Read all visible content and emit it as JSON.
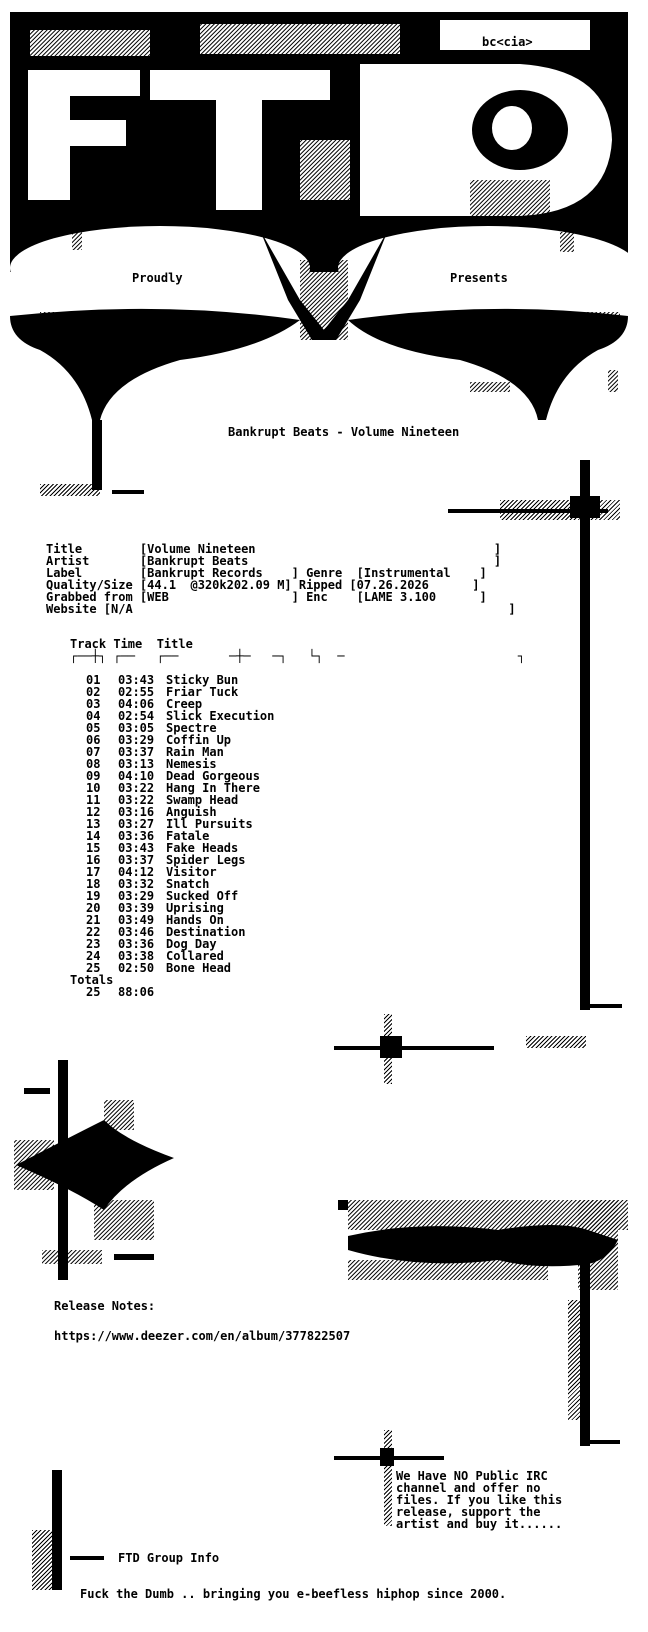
{
  "banner": {
    "credit": "bc<cia>",
    "proudly": "Proudly",
    "presents": "Presents"
  },
  "release_title": "Bankrupt Beats - Volume Nineteen",
  "info": {
    "title_line": "Title        [Volume Nineteen                                 ]",
    "artist_line": "Artist       [Bankrupt Beats                                  ]",
    "label_line": "Label        [Bankrupt Records    ] Genre  [Instrumental    ]",
    "quality_line": "Quality/Size [44.1  @320k202.09 M] Ripped [07.26.2026      ]",
    "grabbed_line": "Grabbed from [WEB                 ] Enc    [LAME 3.100      ]",
    "website_line": "Website [N/A                                                    ]"
  },
  "tracklist": {
    "header": "Track Time  Title",
    "rule": "┌──┼┐ ┌──   ┌──       ─┼─   ─┐   └┐  ─                        ┐",
    "tracks": [
      {
        "num": "01",
        "time": "03:43",
        "title": "Sticky Bun"
      },
      {
        "num": "02",
        "time": "02:55",
        "title": "Friar Tuck"
      },
      {
        "num": "03",
        "time": "04:06",
        "title": "Creep"
      },
      {
        "num": "04",
        "time": "02:54",
        "title": "Slick Execution"
      },
      {
        "num": "05",
        "time": "03:05",
        "title": "Spectre"
      },
      {
        "num": "06",
        "time": "03:29",
        "title": "Coffin Up"
      },
      {
        "num": "07",
        "time": "03:37",
        "title": "Rain Man"
      },
      {
        "num": "08",
        "time": "03:13",
        "title": "Nemesis"
      },
      {
        "num": "09",
        "time": "04:10",
        "title": "Dead Gorgeous"
      },
      {
        "num": "10",
        "time": "03:22",
        "title": "Hang In There"
      },
      {
        "num": "11",
        "time": "03:22",
        "title": "Swamp Head"
      },
      {
        "num": "12",
        "time": "03:16",
        "title": "Anguish"
      },
      {
        "num": "13",
        "time": "03:27",
        "title": "Ill Pursuits"
      },
      {
        "num": "14",
        "time": "03:36",
        "title": "Fatale"
      },
      {
        "num": "15",
        "time": "03:43",
        "title": "Fake Heads"
      },
      {
        "num": "16",
        "time": "03:37",
        "title": "Spider Legs"
      },
      {
        "num": "17",
        "time": "04:12",
        "title": "Visitor"
      },
      {
        "num": "18",
        "time": "03:32",
        "title": "Snatch"
      },
      {
        "num": "19",
        "time": "03:29",
        "title": "Sucked Off"
      },
      {
        "num": "20",
        "time": "03:39",
        "title": "Uprising"
      },
      {
        "num": "21",
        "time": "03:49",
        "title": "Hands On"
      },
      {
        "num": "22",
        "time": "03:46",
        "title": "Destination"
      },
      {
        "num": "23",
        "time": "03:36",
        "title": "Dog Day"
      },
      {
        "num": "24",
        "time": "03:38",
        "title": "Collared"
      },
      {
        "num": "25",
        "time": "02:50",
        "title": "Bone Head"
      }
    ],
    "totals_label": "Totals",
    "totals_count": "25",
    "totals_time": "88:06"
  },
  "release_notes": {
    "heading": "Release Notes:",
    "url": "https://www.deezer.com/en/album/377822507"
  },
  "irc_notice": [
    "We Have NO Public IRC",
    "channel and offer no",
    "files. If you like this",
    "release, support the",
    "artist and buy it......"
  ],
  "group_info": {
    "heading": "FTD Group Info",
    "tagline": "Fuck the Dumb .. bringing you e-beefless hiphop since 2000."
  }
}
